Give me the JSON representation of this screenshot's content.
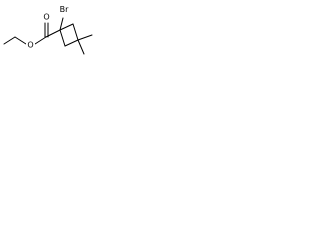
{
  "molecule": {
    "atoms": {
      "bromine": "Br",
      "carbonyl_oxygen": "O",
      "ester_oxygen": "O"
    },
    "colors": {
      "ink": "#000000",
      "background": "#ffffff"
    }
  }
}
